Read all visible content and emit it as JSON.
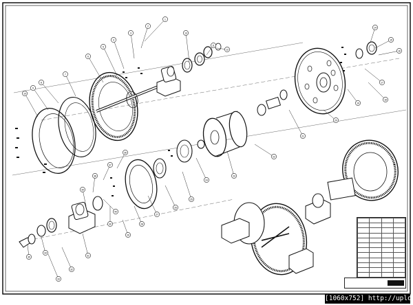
{
  "drawing": {
    "balloons": [
      "1",
      "2",
      "3",
      "4",
      "5",
      "6",
      "7",
      "8",
      "9",
      "10",
      "11",
      "12",
      "13",
      "14",
      "15",
      "16",
      "17",
      "18",
      "19",
      "20",
      "21",
      "22",
      "23",
      "24",
      "25",
      "26",
      "27",
      "28",
      "29",
      "30",
      "31",
      "32",
      "33",
      "34",
      "35",
      "36",
      "37",
      "38",
      "39",
      "40"
    ]
  },
  "title_block": {
    "rows": [
      [
        "",
        "",
        "",
        ""
      ],
      [
        "",
        "",
        "",
        ""
      ],
      [
        "",
        "",
        "",
        ""
      ],
      [
        "",
        "",
        "",
        ""
      ],
      [
        "",
        "",
        "",
        ""
      ],
      [
        "",
        "",
        "",
        ""
      ],
      [
        "",
        "",
        "",
        ""
      ],
      [
        "",
        "",
        "",
        ""
      ],
      [
        "",
        "",
        "",
        ""
      ],
      [
        "",
        "",
        "",
        ""
      ],
      [
        "",
        "",
        "",
        ""
      ],
      [
        "",
        "",
        "",
        ""
      ],
      [
        "",
        "",
        "",
        ""
      ],
      [
        "",
        "",
        "",
        ""
      ]
    ],
    "drawing_title": ""
  },
  "footer": {
    "text": "[1060x752] http://uplo.me/"
  }
}
